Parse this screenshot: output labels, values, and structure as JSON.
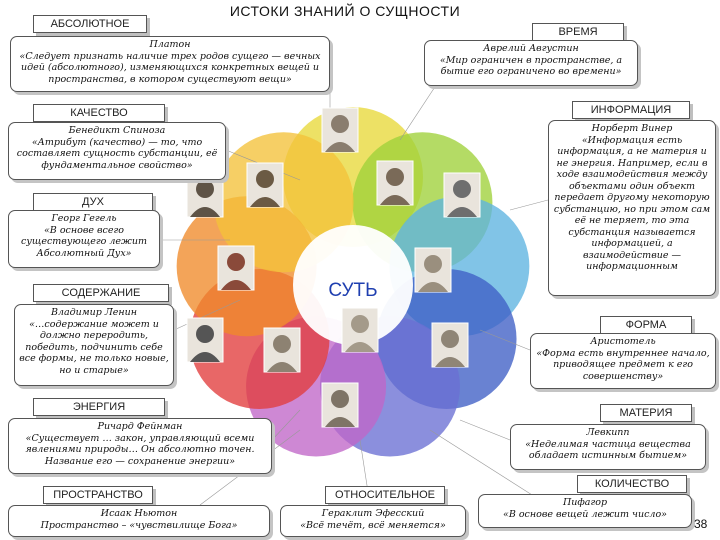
{
  "title": "ИСТОКИ ЗНАНИЙ О СУЩНОСТИ",
  "center": "СУТЬ",
  "page_number": "38",
  "colors": {
    "petals": [
      "#e8d93a",
      "#9fd13a",
      "#5db3e0",
      "#3f5fc5",
      "#6a6fd4",
      "#c066c8",
      "#e23c3c",
      "#ef8a2a",
      "#f4c23a"
    ],
    "center_disk": "#ffffff",
    "center_text": "#1f3fb0"
  },
  "concepts": [
    {
      "label": "АБСОЛЮТНОЕ",
      "author": "Платон",
      "quote": "«Следует признать наличие трех родов сущего — вечных идей (абсолютного), изменяющихся конкретных вещей и пространства, в котором существуют вещи»"
    },
    {
      "label": "ВРЕМЯ",
      "author": "Аврелий Августин",
      "quote": "«Мир ограничен в пространстве, а бытие его ограничено во времени»"
    },
    {
      "label": "КАЧЕСТВО",
      "author": "Бенедикт Спиноза",
      "quote": "«Атрибут (качество) — то, что составляет сущность субстанции, её фундаментальное свойство»"
    },
    {
      "label": "ИНФОРМАЦИЯ",
      "author": "Норберт Винер",
      "quote": "«Информация есть информация, а не материя и не энергия. Например, если в ходе взаимодействия между объектами один объект передает другому некоторую субстанцию, но при этом сам её не теряет, то эта субстанция называется информацией, а взаимодействие — информационным"
    },
    {
      "label": "ДУХ",
      "author": "Георг Гегель",
      "quote": "«В основе всего существующего лежит Абсолютный Дух»"
    },
    {
      "label": "СОДЕРЖАНИЕ",
      "author": "Владимир Ленин",
      "quote": "«…содержание может и должно переродить, победить, подчинить себе все формы, не только новые, но и старые»"
    },
    {
      "label": "ФОРМА",
      "author": "Аристотель",
      "quote": "«Форма есть внутреннее начало, приводящее предмет к его совершенству»"
    },
    {
      "label": "ЭНЕРГИЯ",
      "author": "Ричард Фейнман",
      "quote": "«Существует … закон, управляющий всеми явлениями природы… Он абсолютно точен. Название его — сохранение энергии»"
    },
    {
      "label": "МАТЕРИЯ",
      "author": "Левкипп",
      "quote": "«Неделимая частица вещества обладает истинным бытием»"
    },
    {
      "label": "ПРОСТРАНСТВО",
      "author": "Исаак Ньютон",
      "quote": "Пространство – «чувствилище Бога»"
    },
    {
      "label": "ОТНОСИТЕЛЬНОЕ",
      "author": "Гераклит Эфесский",
      "quote": "«Всё течёт, всё меняется»"
    },
    {
      "label": "КОЛИЧЕСТВО",
      "author": "Пифагор",
      "quote": "«В основе вещей лежит число»"
    }
  ],
  "portraits": [
    {
      "icon": "portrait-plato-icon",
      "color": "#8a7d6e"
    },
    {
      "icon": "portrait-augustine-icon",
      "color": "#7a6a58"
    },
    {
      "icon": "portrait-spinoza-icon",
      "color": "#5e5346"
    },
    {
      "icon": "portrait-wiener-icon",
      "color": "#6e6e6e"
    },
    {
      "icon": "portrait-hegel-icon",
      "color": "#6b5a44"
    },
    {
      "icon": "portrait-lenin-icon",
      "color": "#8a4a3a"
    },
    {
      "icon": "portrait-aristotle-icon",
      "color": "#9a8f7e"
    },
    {
      "icon": "portrait-feynman-icon",
      "color": "#555555"
    },
    {
      "icon": "portrait-newton-icon",
      "color": "#8d8272"
    },
    {
      "icon": "portrait-heraclitus-icon",
      "color": "#7e7466"
    },
    {
      "icon": "portrait-leucippus-icon",
      "color": "#a49a8a"
    },
    {
      "icon": "portrait-pythagoras-icon",
      "color": "#8f8576"
    }
  ]
}
